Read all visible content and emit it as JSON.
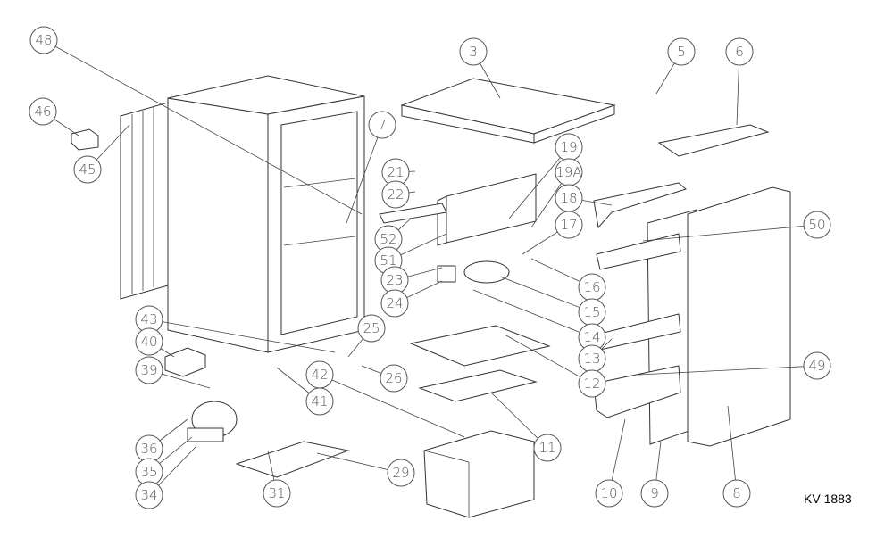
{
  "diagram_title_code": "KV 1883",
  "callouts": [
    "48",
    "3",
    "5",
    "6",
    "46",
    "45",
    "7",
    "21",
    "22",
    "19",
    "19A",
    "18",
    "52",
    "51",
    "17",
    "50",
    "23",
    "16",
    "24",
    "15",
    "43",
    "25",
    "14",
    "40",
    "13",
    "12",
    "39",
    "42",
    "26",
    "41",
    "49",
    "36",
    "35",
    "34",
    "29",
    "31",
    "11",
    "10",
    "9",
    "8"
  ]
}
